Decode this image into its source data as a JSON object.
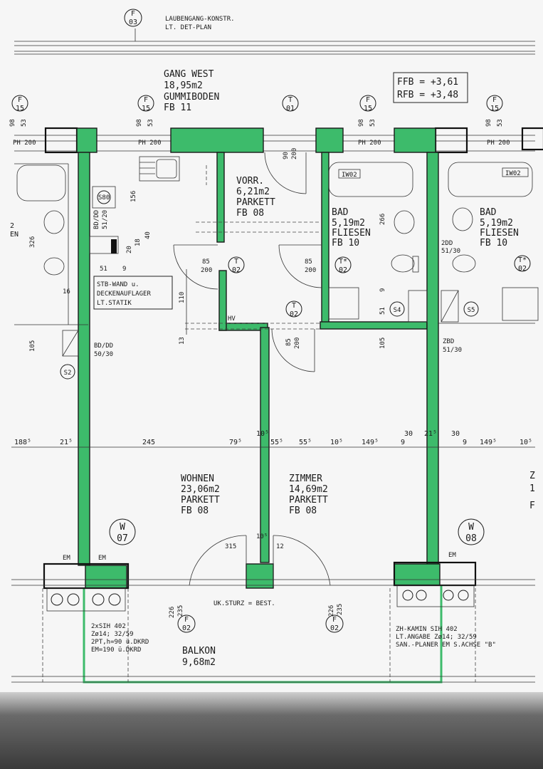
{
  "header": {
    "grid_top": "F\n03",
    "reference_line1": "LAUBENGANG-KONSTR.",
    "reference_line2": "LT. DET-PLAN"
  },
  "levels": {
    "ffb": "FFB = +3,61",
    "rfb": "RFB = +3,48"
  },
  "rooms": {
    "gang": [
      "GANG WEST",
      "18,95m2",
      "GUMMIBODEN",
      "FB 11"
    ],
    "vorr": [
      "VORR.",
      "6,21m2",
      "PARKETT",
      "FB 08"
    ],
    "bad1": [
      "BAD",
      "5,19m2",
      "FLIESEN",
      "FB 10"
    ],
    "bad2": [
      "BAD",
      "5,19m2",
      "FLIESEN",
      "FB 10"
    ],
    "wohnen": [
      "WOHNEN",
      "23,06m2",
      "PARKETT",
      "FB 08"
    ],
    "zimmer": [
      "ZIMMER",
      "14,69m2",
      "PARKETT",
      "FB 08"
    ],
    "balkon": [
      "BALKON",
      "9,68m2"
    ]
  },
  "notes": {
    "stb_wand": [
      "STB-WAND u.",
      "DECKENAUFLAGER",
      "LT.STATIK"
    ],
    "bd_dd_1": "BD/DD",
    "bd_dd_1b": "51/20",
    "bd_dd_2": "BD/DD",
    "bd_dd_2b": "50/30",
    "twodd": "2DD",
    "twodd_b": "51/30",
    "zbd": "ZBD",
    "zbd_b": "51/30",
    "hv": "HV",
    "uk_sturz": "UK.STURZ = BEST.",
    "iw02_a": "IW02",
    "iw02_b": "IW02",
    "sih_left": [
      "2xSIH  402",
      "Zø14;  32/59",
      "2PT,h=90 ü.DKRD",
      "EM=190 ü.DKRD"
    ],
    "sih_right": [
      "ZH-KAMIN  SIH 402",
      "LT.ANGABE  Zø14; 32/59",
      "SAN.-PLANER  EM S.ACHSE \"B\""
    ],
    "em": "EM"
  },
  "markers": {
    "f15": "F\n15",
    "t01": "T\n01",
    "t02": "T\n02",
    "tstar02": "T*\n02",
    "f02": "F\n02",
    "w07": "W\n07",
    "w08": "W\n08",
    "s2": "S2",
    "s4": "S4",
    "s5": "S5",
    "s80": "S80"
  },
  "dims": {
    "ph200": "PH 200",
    "ninety": "90",
    "n200": "200",
    "n98": "98",
    "n53": "53",
    "n85": "85",
    "n156": "156",
    "n326": "326",
    "n266": "266",
    "n51": "51",
    "n9": "9",
    "n16": "16",
    "n105": "105",
    "n110": "110",
    "n13": "13",
    "n20": "20",
    "n18": "18",
    "n40": "40",
    "n226": "226",
    "n235": "235",
    "n315": "315",
    "n12": "12",
    "row": [
      "188⁵",
      "21⁵",
      "245",
      "79⁵",
      "10⁵",
      "55⁵",
      "55⁵",
      "10⁵",
      "149⁵",
      "9",
      "30",
      "21⁵",
      "30",
      "9",
      "149⁵",
      "10⁵"
    ]
  },
  "edge": {
    "two": "2",
    "en": "EN",
    "z": "Z",
    "one": "1",
    "f": "F"
  }
}
